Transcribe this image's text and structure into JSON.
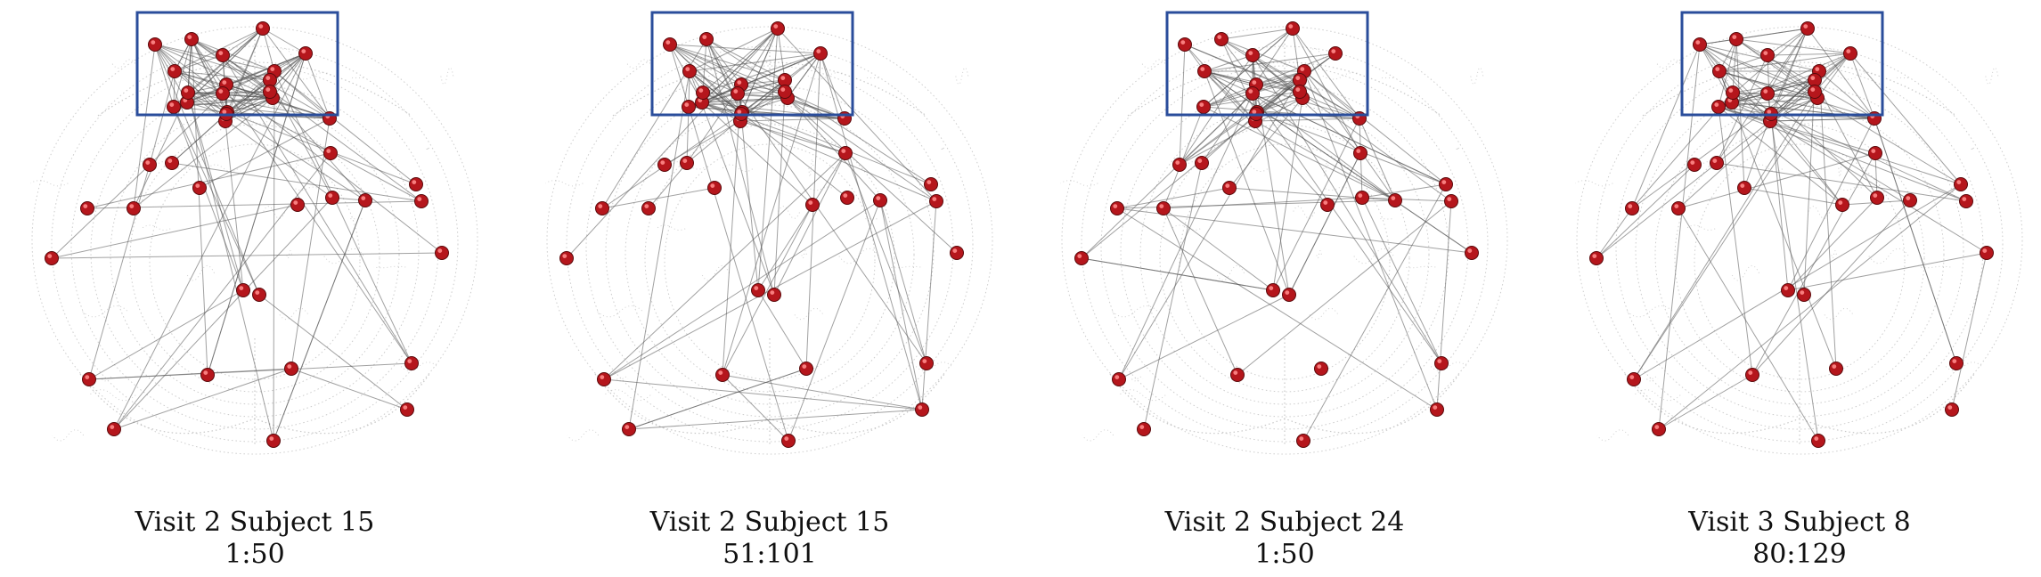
{
  "figure": {
    "panels": [
      {
        "title": "Visit 2 Subject 15",
        "range": "1:50"
      },
      {
        "title": "Visit 2 Subject 15",
        "range": "51:101"
      },
      {
        "title": "Visit 2 Subject 24",
        "range": "1:50"
      },
      {
        "title": "Visit 3 Subject 8",
        "range": "80:129"
      }
    ]
  },
  "colors": {
    "node": "#b5161c",
    "node_highlight": "#ff8a8a",
    "edge": "#555555",
    "brain_outline": "#c8c8c8",
    "highlight_box": "#2a4d9b"
  },
  "icons": {
    "node": "red-sphere-node-icon",
    "brain": "brain-outline-icon"
  }
}
